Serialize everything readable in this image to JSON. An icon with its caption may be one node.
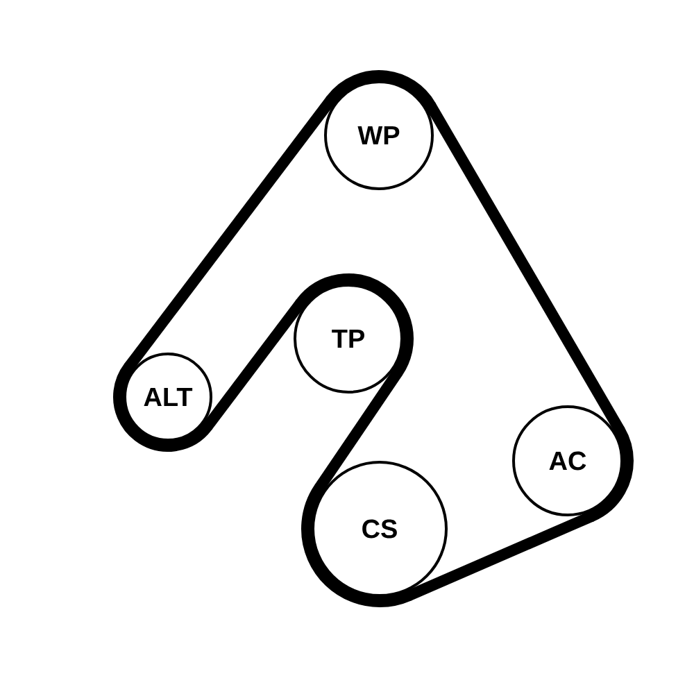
{
  "diagram": {
    "nodes": [
      {
        "text": [
          "WP"
        ]
      },
      {
        "text": [
          "TP"
        ]
      },
      {
        "text": [
          "ALT"
        ]
      },
      {
        "text": [
          "AC"
        ]
      },
      {
        "text": [
          "CS"
        ]
      }
    ],
    "edges": [
      {
        "from": 0,
        "to": 3,
        "arrow": "none"
      },
      {
        "from": 3,
        "to": 4,
        "arrow": "none"
      },
      {
        "from": 4,
        "to": 1,
        "arrow": "none"
      },
      {
        "from": 1,
        "to": 2,
        "arrow": "none"
      },
      {
        "from": 2,
        "to": 0,
        "arrow": "none"
      }
    ]
  }
}
